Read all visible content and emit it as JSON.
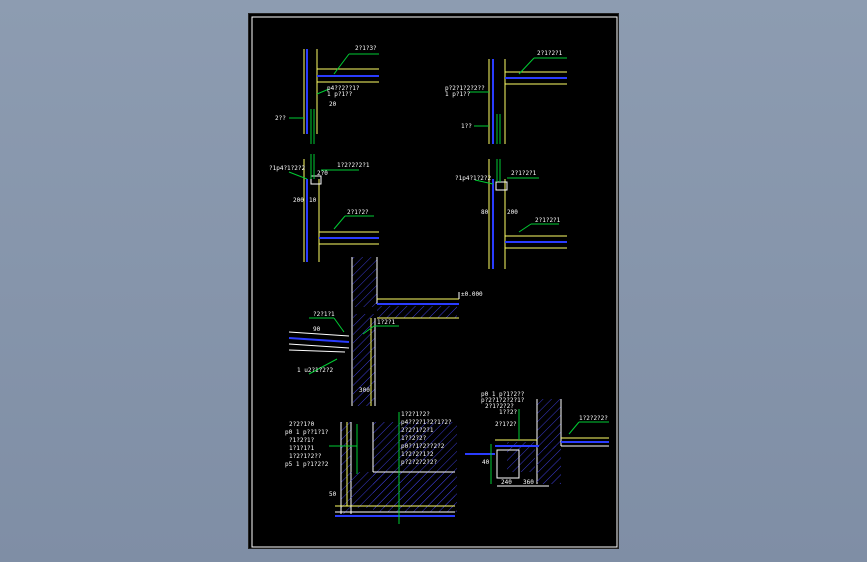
{
  "colors": {
    "background": "#8494ab",
    "sheet": "#000000",
    "frame": "#ffffff",
    "wall": "#ffff66",
    "insulation": "#2a3cff",
    "leader": "#00cc33",
    "text": "#ffffff",
    "hatch": "#3a3ad0"
  },
  "labels": {
    "d1_top": "2?1?3?",
    "d1_mid": "p4??2??1?",
    "d1_mid2": "1 p?1??",
    "d1_dim": "20",
    "d1_left": "2??",
    "d2_top": "2?1?2?1",
    "d2_mid": "p?2?1?2?2??",
    "d2_mid2": "1 p?1??",
    "d2_left": "1??",
    "d3_left": "?1p4?1?2?2",
    "d3_right": "1?2?2?2?1",
    "d3_dim1": "2?0",
    "d3_dim2": "200",
    "d3_dim3": "10",
    "d3_bottom": "2?1?2?",
    "d4_left": "?1p4?1?2?2",
    "d4_right": "2?1?2?1",
    "d4_dim1": "80",
    "d4_dim2": "200",
    "d4_bottom": "2?1?2?1",
    "d5_elev": "±0.000",
    "d5_top": "?2?1?1",
    "d5_mid": "1?2?1",
    "d5_left1": "90",
    "d5_left2": "1 u2?1?2?2",
    "d5_dim": "300",
    "d6_notes": [
      "2?2?1?0",
      "p0 1 p??1?1?",
      "?1?2?1?",
      "1?1?1?1",
      "1?2?1?2??",
      "p5 1 p?1?2?2"
    ],
    "d6_right": [
      "1?2?1?2?",
      "p4??2?1?2?1?2?",
      "2?2?1?2?1",
      "1??2?2?",
      "p0??1?2??2?2",
      "1?2?2?1?2",
      "p?2?2?2?2?"
    ],
    "d6_dim": "50",
    "d7_top": [
      "p0 1 p?1?2??",
      "p?2?1?2?2?1?",
      "2?1?2?2?",
      "1??2?"
    ],
    "d7_right": "1?2?2?2?",
    "d7_mid": "2?1?2?",
    "d7_dims": [
      "40",
      "240",
      "360"
    ]
  }
}
